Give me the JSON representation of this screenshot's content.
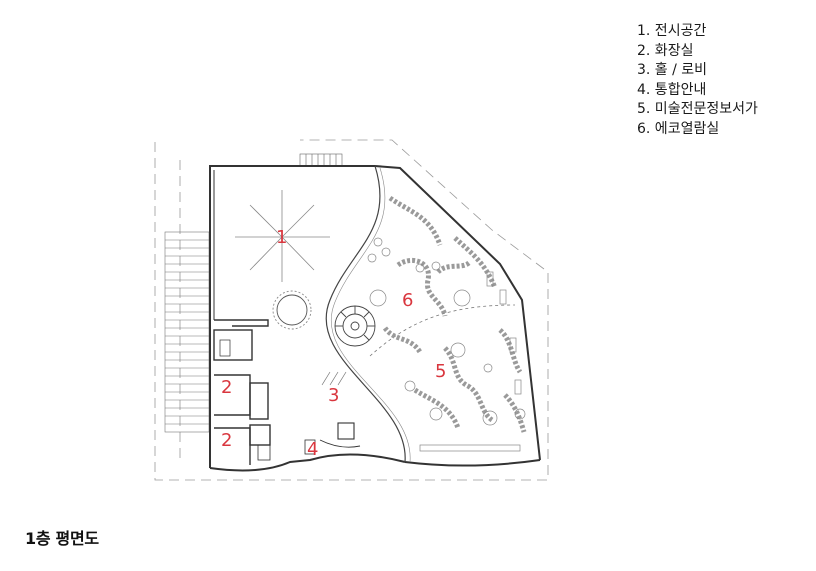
{
  "legend": {
    "items": [
      "1. 전시공간",
      "2. 화장실",
      "3. 홀 / 로비",
      "4. 통합안내",
      "5. 미술전문정보서가",
      "6. 에코열람실"
    ]
  },
  "plan": {
    "labels": [
      "1",
      "2",
      "2",
      "3",
      "4",
      "5",
      "6"
    ],
    "label_color": "#d9363e",
    "line_color": "#555555"
  },
  "caption": "1층 평면도"
}
